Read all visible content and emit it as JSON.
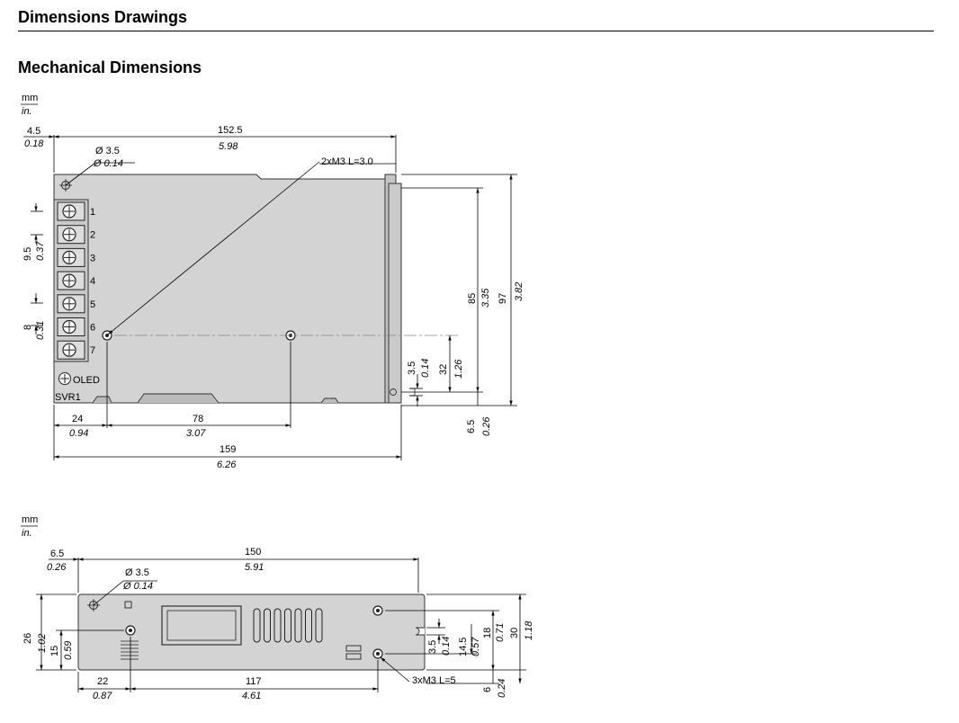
{
  "header": {
    "title": "Dimensions Drawings",
    "subtitle": "Mechanical Dimensions"
  },
  "unit_legend": {
    "mm": "mm",
    "in": "in."
  },
  "top_view": {
    "dims": {
      "d4_5": {
        "mm": "4.5",
        "in": "0.18"
      },
      "d152_5": {
        "mm": "152.5",
        "in": "5.98"
      },
      "hole": {
        "mm": "Ø 3.5",
        "in": "Ø 0.14"
      },
      "screws": "2xM3 L=3.0",
      "d9_5": {
        "mm": "9.5",
        "in": "0.37"
      },
      "d8": {
        "mm": "8",
        "in": "0.31"
      },
      "d85": {
        "mm": "85",
        "in": "3.35"
      },
      "d97": {
        "mm": "97",
        "in": "3.82"
      },
      "d3_5": {
        "mm": "3.5",
        "in": "0.14"
      },
      "d32": {
        "mm": "32",
        "in": "1.26"
      },
      "d6_5": {
        "mm": "6.5",
        "in": "0.26"
      },
      "d24": {
        "mm": "24",
        "in": "0.94"
      },
      "d78": {
        "mm": "78",
        "in": "3.07"
      },
      "d159": {
        "mm": "159",
        "in": "6.26"
      }
    },
    "terminals": [
      "1",
      "2",
      "3",
      "4",
      "5",
      "6",
      "7"
    ],
    "led_label": "OLED",
    "svr_label": "SVR1"
  },
  "side_view": {
    "dims": {
      "d6_5": {
        "mm": "6.5",
        "in": "0.26"
      },
      "d150": {
        "mm": "150",
        "in": "5.91"
      },
      "hole": {
        "mm": "Ø 3.5",
        "in": "Ø 0.14"
      },
      "d26": {
        "mm": "26",
        "in": "1.02"
      },
      "d15": {
        "mm": "15",
        "in": "0.59"
      },
      "d3_5": {
        "mm": "3.5",
        "in": "0.14"
      },
      "d14_5": {
        "mm": "14.5",
        "in": "0.57"
      },
      "d18": {
        "mm": "18",
        "in": "0.71"
      },
      "d30": {
        "mm": "30",
        "in": "1.18"
      },
      "d6": {
        "mm": "6",
        "in": "0.24"
      },
      "d22": {
        "mm": "22",
        "in": "0.87"
      },
      "d117": {
        "mm": "117",
        "in": "4.61"
      },
      "screws": "3xM3 L=5"
    }
  }
}
